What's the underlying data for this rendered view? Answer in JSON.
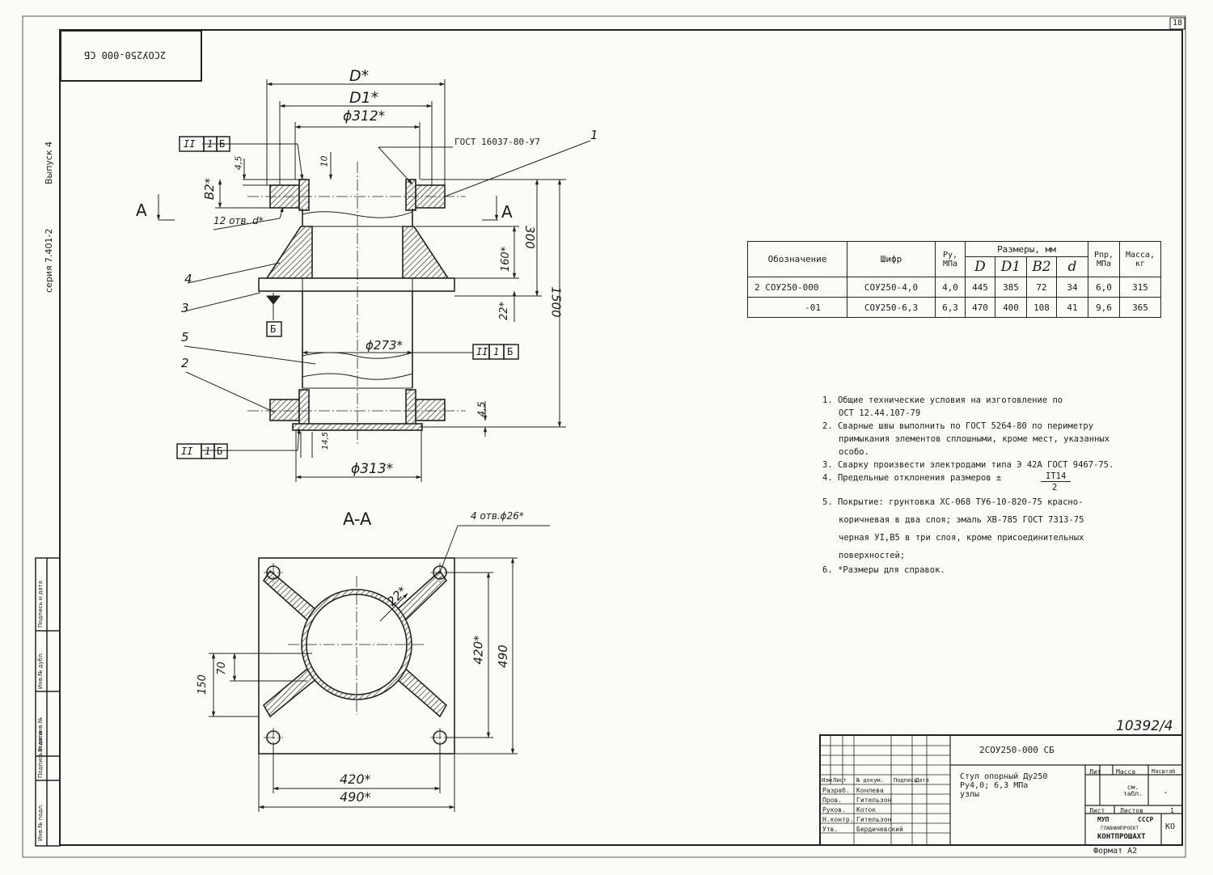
{
  "sheet": {
    "page_number": "18",
    "top_stamp": "2COУ250-000 CБ",
    "left_margin": {
      "series": "серия 7.401-2",
      "issue": "Выпуск 4"
    },
    "sheet_number_handwritten": "10392/4",
    "format": "Формат А2",
    "side_stamp": [
      "Инв.№ подл.",
      "Подпись и дата",
      "Взам.инв.№",
      "Инв.№ дубл.",
      "Подпись и дата"
    ]
  },
  "drawing": {
    "labels": {
      "dim_D": "D*",
      "dim_D1": "D1*",
      "dim_312": "ϕ312*",
      "dim_273": "ϕ273*",
      "dim_313": "ϕ313*",
      "dim_45_top": "4,5",
      "dim_10": "10",
      "dim_B2": "B2*",
      "holes_top": "12 отв. d*",
      "dim_160": "160*",
      "dim_300": "300",
      "dim_1500": "1500",
      "dim_22": "22*",
      "dim_45_bottom": "4,5",
      "dim_14_5": "14,5",
      "gost_weld": "ГОСТ 16037-80-У7",
      "section_letter": "A",
      "weld_ref_letter": "Б",
      "weld_symbol": [
        "II",
        "1",
        "Б"
      ],
      "weld_symbol_middle": [
        "II",
        "1",
        "Б"
      ],
      "parts": [
        "1",
        "2",
        "3",
        "4",
        "5"
      ],
      "section_title": "A-A",
      "holes_bottom": "4 отв.ϕ26*",
      "dim_22_section": "22*",
      "dim_420_vert": "420*",
      "dim_490_vert": "490",
      "dim_150": "150",
      "dim_70": "70",
      "dim_420_horiz": "420*",
      "dim_490_horiz": "490*"
    }
  },
  "table": {
    "headers": {
      "designation": "Обозначение",
      "code": "Шифр",
      "pressure": "Ру, МПа",
      "sizes": "Размеры, мм",
      "size_cols": [
        "D",
        "D1",
        "B2",
        "d"
      ],
      "test_pressure": "Рпр, МПа",
      "mass": "Масса, кг"
    },
    "rows": [
      {
        "designation": "2 СОУ250-000",
        "code": "СОУ250-4,0",
        "py": "4,0",
        "D": "445",
        "D1": "385",
        "B2": "72",
        "d": "34",
        "ppr": "6,0",
        "mass": "315"
      },
      {
        "designation": "-01",
        "code": "СОУ250-6,3",
        "py": "6,3",
        "D": "470",
        "D1": "400",
        "B2": "108",
        "d": "41",
        "ppr": "9,6",
        "mass": "365"
      }
    ]
  },
  "notes": [
    "1. Общие технические условия на изготовление по",
    "ОСТ 12.44.107-79",
    "2. Сварные швы выполнить по ГОСТ 5264-80 по периметру",
    "примыкания элементов сплошными, кроме мест, указанных",
    "особо.",
    "3. Сварку произвести электродами типа Э 42А ГОСТ 9467-75.",
    "4. Предельные отклонения размеров ±",
    "IT14",
    "2",
    "5. Покрытие: грунтовка ХС-068 ТУ6-10-820-75 красно-",
    "коричневая в два слоя; эмаль ХВ-785 ГОСТ 7313-75",
    "черная УI,В5 в три слоя, кроме присоединительных",
    "поверхностей;",
    "6. *Размеры для справок."
  ],
  "title_block": {
    "designation": "2СОУ250-000 СБ",
    "name_lines": [
      "Стул опорный Ду250",
      "Ру4,0; 6,3 МПа",
      "узлы"
    ],
    "header_cells": [
      "Изм",
      "Лист",
      "№ докум.",
      "Подпись",
      "Дата"
    ],
    "roles": [
      "Разраб.",
      "Пров.",
      "Руков.",
      "Н.контр.",
      "Утв."
    ],
    "people": [
      "Конлева",
      "Гительзон",
      "Коток",
      "Гительзон",
      "Бердичевский"
    ],
    "lit_label": "Лит",
    "mass_label": "Масса",
    "scale_label": "Масштаб",
    "mass_value": "см. табл.",
    "scale_value": "-",
    "sheet_label": "Лист",
    "sheets_label": "Листов",
    "sheets_value": "1",
    "org_lines": [
      "МУП",
      "СССР",
      "ГЛАВНИИПРОЕКТ",
      "КОНТПРОШАХТ"
    ],
    "code": "КО"
  }
}
